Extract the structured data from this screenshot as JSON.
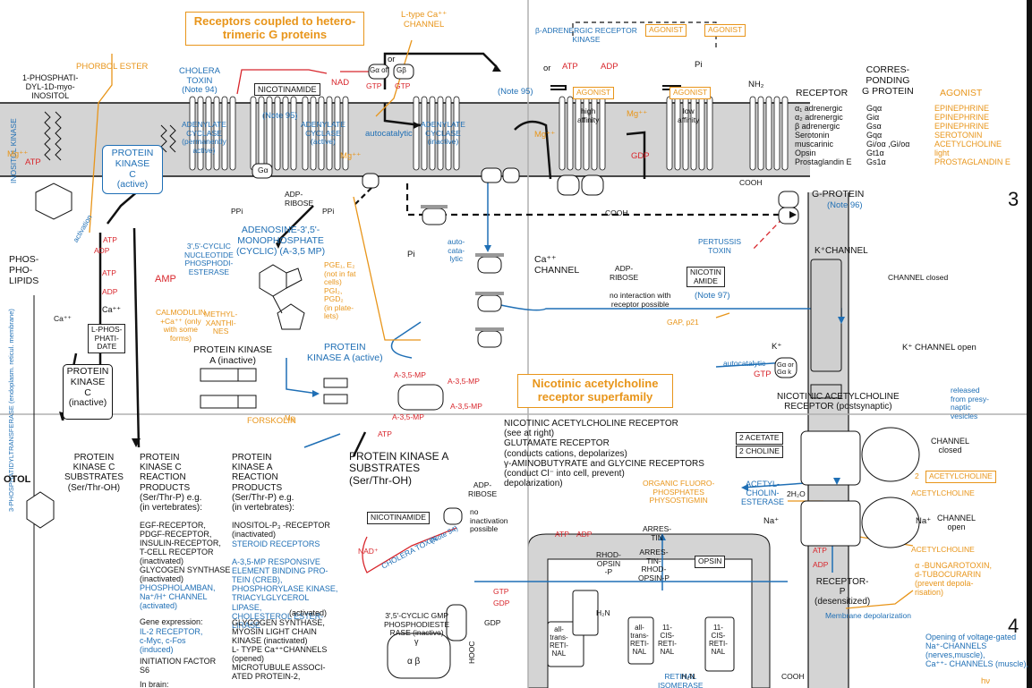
{
  "headers": {
    "g_protein_title": "Receptors coupled to hetero-\ntrimeric G proteins",
    "nicotinic_title": "Nicotinic acetylcholine\nreceptor superfamily"
  },
  "grid": {
    "row3": "3",
    "row4": "4"
  },
  "top": {
    "l_type": "L-type Ca⁺⁺\nCHANNEL",
    "beta_kinase": "β-ADRENERGIC RECEPTOR\nKINASE",
    "agonist1": "AGONIST",
    "agonist2": "AGONIST",
    "agonist_in1": "AGONIST",
    "agonist_in2": "AGONIST",
    "phorbol": "PHORBOL ESTER",
    "cholera_toxin": "CHOLERA\nTOXIN\n(Note 94)",
    "inositol": "1-PHOSPHATI-\nDYL-1D-myo-\nINOSITOL",
    "inositol_kinase": "INOSITOL KINASE",
    "nicotinamide": "NICOTINAMIDE",
    "nad": "NAD",
    "note95a": "(Note 95)",
    "note95b": "(Note 95)",
    "or1": "or",
    "or2": "or",
    "pi_top": "Pi",
    "atp_top": "ATP",
    "adp_top": "ADP",
    "nh2": "NH₂",
    "gtp1": "GTP",
    "gtp2": "GTP",
    "g_off": "Gα off",
    "g_b": "Gβ"
  },
  "membrane": {
    "ac_perm": "ADENYLATE\nCYCLASE\n(permanently\nactive)",
    "ac_active": "ADENYLATE\nCYCLASE\n(active)",
    "ac_inactive": "ADENYLATE\nCYCLASE\n(inactive)",
    "autocatalytic": "autocatalytic",
    "high_aff": "high\naffinity",
    "low_aff": "low\naffinity",
    "mg1": "Mg⁺⁺",
    "mg2": "Mg⁺⁺",
    "mg3": "Mg⁺⁺",
    "mg4": "Mg⁺⁺",
    "atp_left": "ATP",
    "gdp_m": "GDP",
    "receptor_head": "RECEPTOR",
    "corr_head": "CORRES-\nPONDING\nG PROTEIN",
    "agonist_head": "AGONIST"
  },
  "receptor_table": {
    "rows": [
      {
        "receptor": "α₁ adrenergic",
        "gprotein": "Gqα",
        "agonist": "EPINEPHRINE"
      },
      {
        "receptor": "α₂ adrenergic",
        "gprotein": "Giα",
        "agonist": "EPINEPHRINE"
      },
      {
        "receptor": "β adrenergic",
        "gprotein": "Gsα",
        "agonist": "EPINEPHRINE"
      },
      {
        "receptor": "Serotonin",
        "gprotein": "Gqα",
        "agonist": "SEROTONIN"
      },
      {
        "receptor": "muscarinic",
        "gprotein": "Gi/oα ,Gi/oα",
        "agonist": "ACETYLCHOLINE"
      },
      {
        "receptor": "Opsin",
        "gprotein": "Gt1α",
        "agonist": "light"
      },
      {
        "receptor": "Prostaglandin E",
        "gprotein": "Gs1α",
        "agonist": "PROSTAGLANDIN E"
      }
    ]
  },
  "middle": {
    "pkc_active": "PROTEIN\nKINASE\nC\n(active)",
    "activation": "activation",
    "phospholipids": "PHOS-\nPHO-\nLIPIDS",
    "ga": "Gα",
    "adp_ribose": "ADP-\nRIBOSE",
    "ppi1": "PPi",
    "ppi2": "PPi",
    "camp": "ADENOSINE-3',5'-\nMONOPHOSPHATE\n(CYCLIC) (A-3,5 MP)",
    "pde": "3',5'-CYCLIC\nNUCLEOTIDE\nPHOSPHODI-\nESTERASE",
    "amp": "AMP",
    "calmodulin": "CALMODULIN\n+Ca⁺⁺ (only\nwith some\nforms)",
    "methyl": "METHYL-\nXANTHI-\nNES",
    "pge": "PGE₁, E₂\n(not in fat\ncells)\nPGI₂,\nPGD₂\n(in plate-\nlets)",
    "auto_catalytic": "auto-\ncata-\nlytic",
    "ca_channel": "Ca⁺⁺\nCHANNEL",
    "pi_mid": "Pi",
    "g_protein": "G-PROTEIN",
    "note96": "(Note 96)",
    "pertussis": "PERTUSSIS\nTOXIN",
    "nicotin_amide": "NICOTIN\nAMIDE",
    "note97": "(Note 97)",
    "no_interaction": "no interaction with\nreceptor possible",
    "adp_ribose2": "ADP-\nRIBOSE",
    "cooh1": "COOH",
    "cooh2": "COOH",
    "k_channel": "K⁺CHANNEL",
    "channel_closed": "CHANNEL closed",
    "gap": "GAP, p21",
    "k_plus": "K⁺",
    "k_channel_open": "K⁺  CHANNEL open",
    "autocatalytic2": "autocatalytic",
    "go_gk": "Gα  or\nGα k",
    "gtp_b": "GTP",
    "pk_inactive": "PROTEIN KINASE\nA (inactive)",
    "pk_active": "PROTEIN\nKINASE A (active)",
    "a35mp_1": "A-3,5-MP",
    "a35mp_2": "A-3,5-MP",
    "a35mp_3": "A-3,5-MP",
    "a35mp_4": "A-3,5-MP",
    "forskolin": "FORSKOLIN",
    "pkc_inactive": "PROTEIN\nKINASE\nC\n(inactive)",
    "l_phospha": "L-PHOS-\nPHATI-\nDATE",
    "ca_left": "Ca⁺⁺",
    "atp_m1": "ATP",
    "adp_m1": "ADP",
    "atp_m2": "ATP",
    "adp_m2": "ADP",
    "ca_m": "Ca⁺⁺",
    "nicotinic_receptor": "NICOTINIC ACETYLCHOLINE\nRECEPTOR (postsynaptic)",
    "released": "released\nfrom presy-\nnaptic\nvesicles",
    "mg_low": "Mg",
    "atp_low": "ATP"
  },
  "lower_left": {
    "pkc_sub": "PROTEIN\nKINASE C\nSUBSTRATES\n(Ser/Thr-OH)",
    "pkc_prod_head": "PROTEIN\nKINASE C\nREACTION\nPRODUCTS\n(Ser/Thr-P) e.g.\n(in vertebrates):",
    "pkc_prod_list": "EGF-RECEPTOR,\nPDGF-RECEPTOR,\nINSULIN-RECEPTOR,\nT-CELL RECEPTOR\n(inactivated)\nGLYCOGEN SYNTHASE\n(inactivated)",
    "pkc_prod_blue": "PHOSPHOLAMBAN,\nNa⁺/H⁺ CHANNEL\n(activated)",
    "gene_expr": "Gene expression:",
    "gene_blue": "IL-2 RECEPTOR,\nc-Myc, c-Fos\n(induced)",
    "init_factor": "INITIATION FACTOR\nS6",
    "in_brain": "In brain:",
    "pka_prod_head": "PROTEIN\nKINASE A\nREACTION\nPRODUCTS\n(Ser/Thr-P) e.g.\n(in vertebrates):",
    "pka_ip3": "INOSITOL-P₃ -RECEPTOR\n(inactivated)",
    "pka_blue": "STEROID RECEPTORS\n\nA-3,5-MP RESPONSIVE\nELEMENT BINDING PRO-\nTEIN (CREB),\nPHOSPHORYLASE KINASE,\nTRIACYLGLYCEROL\nLIPASE,\nCHOLESTEROL ESTER-\nLIRASE",
    "pka_activated": "(activated)",
    "pka_black": "GLYCOGEN SYNTHASE,\nMYOSIN LIGHT CHAIN\nKINASE (inactivated)\nL- TYPE Ca⁺⁺CHANNELS\n(opened)\nMICROTUBULE ASSOCI-\nATED PROTEIN-2,",
    "pka_sub": "PROTEIN KINASE A\nSUBSTRATES\n(Ser/Thr-OH)",
    "transferase": "3-PHOSPHATIDYLTRANSFERASE\n(endoplasm. reticul. membrane)",
    "otol": "OTOL"
  },
  "lower_right": {
    "nicotinic_list": "NICOTINIC ACETYLCHOLINE RECEPTOR\n(see at right)\nGLUTAMATE RECEPTOR\n(conducts cations, depolarizes)\nγ-AMINOBUTYRATE and GLYCINE RECEPTORS\n(conduct Cl⁻ into cell, prevent)\ndepolarization)",
    "acetate": "2 ACETATE",
    "choline": "2 CHOLINE",
    "channel_closed2": "CHANNEL\nclosed",
    "ach_box": "ACETYLCHOLINE",
    "two": "2",
    "organo": "ORGANIC FLUORO-\nPHOSPHATES\nPHYSOSTIGMIN",
    "ache": "ACETYL-\nCHOLIN-\nESTERASE",
    "h2o": "2H₂O",
    "ach1": "ACETYLCHOLINE",
    "ach2": "ACETYLCHOLINE",
    "na": "Na⁺",
    "na2": "Na⁺",
    "channel_open": "CHANNEL\nopen",
    "bungaro": "α -BUNGAROTOXIN,\nd-TUBOCURARIN\n(prevent depola-\nrisation)",
    "receptor_p": "RECEPTOR-\nP\n(desensitized)",
    "membrane_dep": "Membrane depolarization",
    "opening": "Opening of voltage-gated\nNa⁺-CHANNELS (nerves,muscle),\nCa⁺⁺- CHANNELS (muscle),",
    "hv": "hν",
    "cooh3": "COOH",
    "atp_r": "ATP",
    "adp_r": "ADP",
    "adp_ribose3": "ADP-\nRIBOSE",
    "nicotinamide2": "NICOTINAMIDE",
    "no_inact": "no\ninactivation\npossible",
    "cholera2": "CHOLERA TOXIN",
    "note94": "(Note 94)",
    "nad2": "NAD⁺",
    "arrestin": "ARRES-\nTIN",
    "rhodopsin_p": "RHOD-\nOPSIN\n-P",
    "arr_rho": "ARRES-\nTIN-\nRHOD-\nOPSIN-P",
    "opsin": "OPSIN",
    "cgmp_pde": "3',5'-CYCLIC GMP\nPHOSPHODIESTE\nRASE (inactive)",
    "alpha_beta": "α  β",
    "gamma": "γ",
    "gdp1": "GDP",
    "gdp2": "GDP",
    "gtp3": "GTP",
    "all_trans1": "all-\ntrans-\nRETI-\nNAL",
    "all_trans2": "all-\ntrans-\nRETI-\nNAL",
    "cis1": "11-\nCIS-\nRETI-\nNAL",
    "cis2": "11-\nCIS-\nRETI-\nNAL",
    "retinal_iso": "RETINAL\nISOMERASE",
    "h2n1": "H₂N",
    "h2n2": "H₂N",
    "hooc": "HOOC",
    "atp_r2": "ATP",
    "adp_r2": "ADP"
  }
}
